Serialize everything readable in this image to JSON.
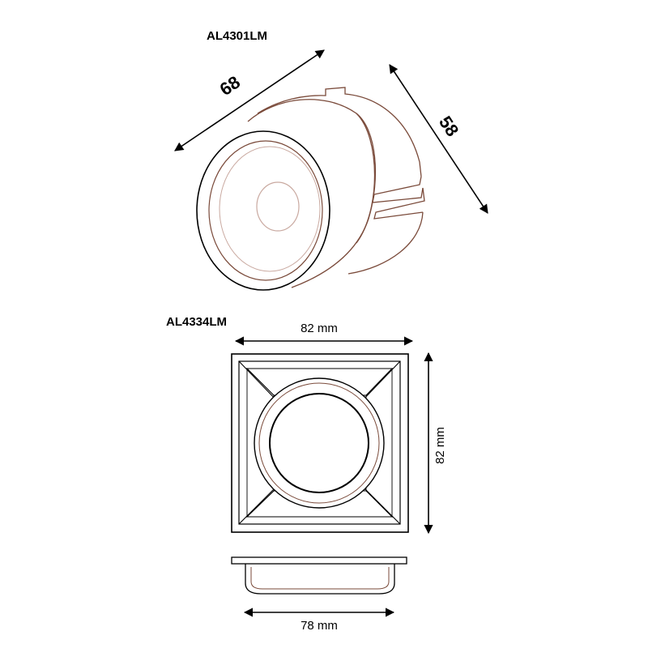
{
  "products": [
    {
      "model": "AL4301LM",
      "dim_a": "68",
      "dim_b": "58"
    },
    {
      "model": "AL4334LM",
      "width": "82 mm",
      "height": "82 mm",
      "depth_width": "78 mm"
    }
  ],
  "colors": {
    "line": "#000000",
    "body_outline": "#7a4a3a",
    "lens_outline": "#c9a9a0",
    "background": "#ffffff"
  }
}
